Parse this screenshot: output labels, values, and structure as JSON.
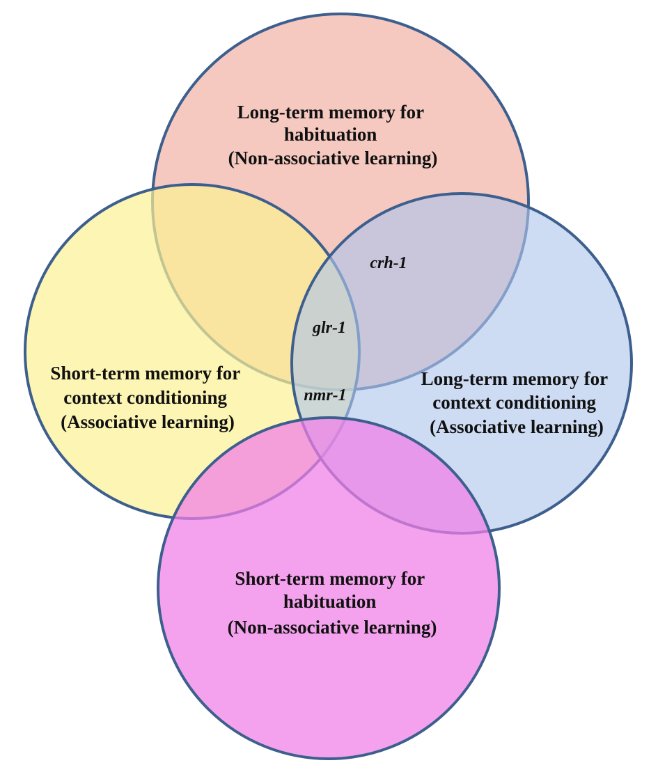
{
  "sets": {
    "ltm_habituation": {
      "color": "#f1b4a8",
      "lines": [
        "Long-term memory for",
        "habituation",
        "(Non-associative learning)"
      ]
    },
    "stm_context": {
      "color": "#fbf193",
      "lines": [
        "Short-term memory for",
        "context conditioning",
        "(Associative learning)"
      ]
    },
    "ltm_context": {
      "color": "#afc5eb",
      "lines": [
        "Long-term memory for",
        "context conditioning",
        "(Associative learning)"
      ]
    },
    "stm_habituation": {
      "color": "#f17ee8",
      "lines": [
        "Short-term memory for",
        "habituation",
        "(Non-associative learning)"
      ]
    }
  },
  "genes": {
    "crh1": "crh-1",
    "glr1": "glr-1",
    "nmr1": "nmr-1"
  },
  "outline_color": "#3d5f8e"
}
